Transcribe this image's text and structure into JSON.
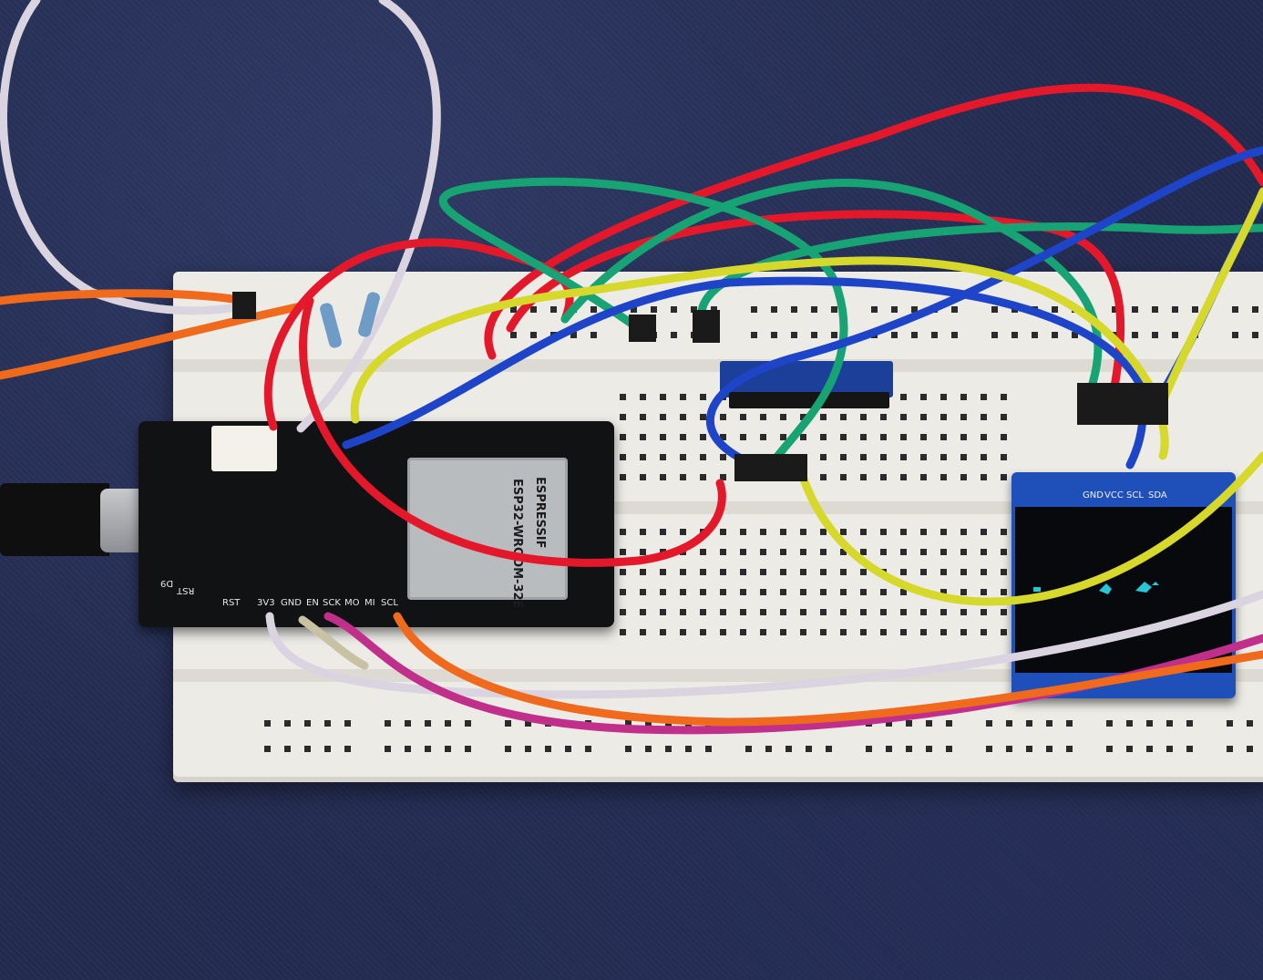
{
  "photo": {
    "board_module_text": {
      "brand": "ESPRESSIF",
      "model": "ESP32-WROOM-32E"
    },
    "board_silkscreen": [
      "RST",
      "3V3",
      "GND",
      "EN",
      "SCK",
      "MO",
      "MI",
      "SCL",
      "D9",
      "RST"
    ],
    "oled_pins": [
      "GND",
      "VCC",
      "SCL",
      "SDA"
    ],
    "colors": {
      "background_fabric": "#222a4e",
      "breadboard": "#ecebe6",
      "esp_board": "#111214",
      "oled_pcb": "#1f4fb8",
      "wire_red": "#e3192b",
      "wire_green": "#17a374",
      "wire_blue": "#1e44c8",
      "wire_yellow": "#d6d92c",
      "wire_orange": "#f06a1e",
      "wire_white": "#d9d4df",
      "wire_magenta": "#c0308a",
      "oled_pixels": "#27c7d8"
    }
  }
}
